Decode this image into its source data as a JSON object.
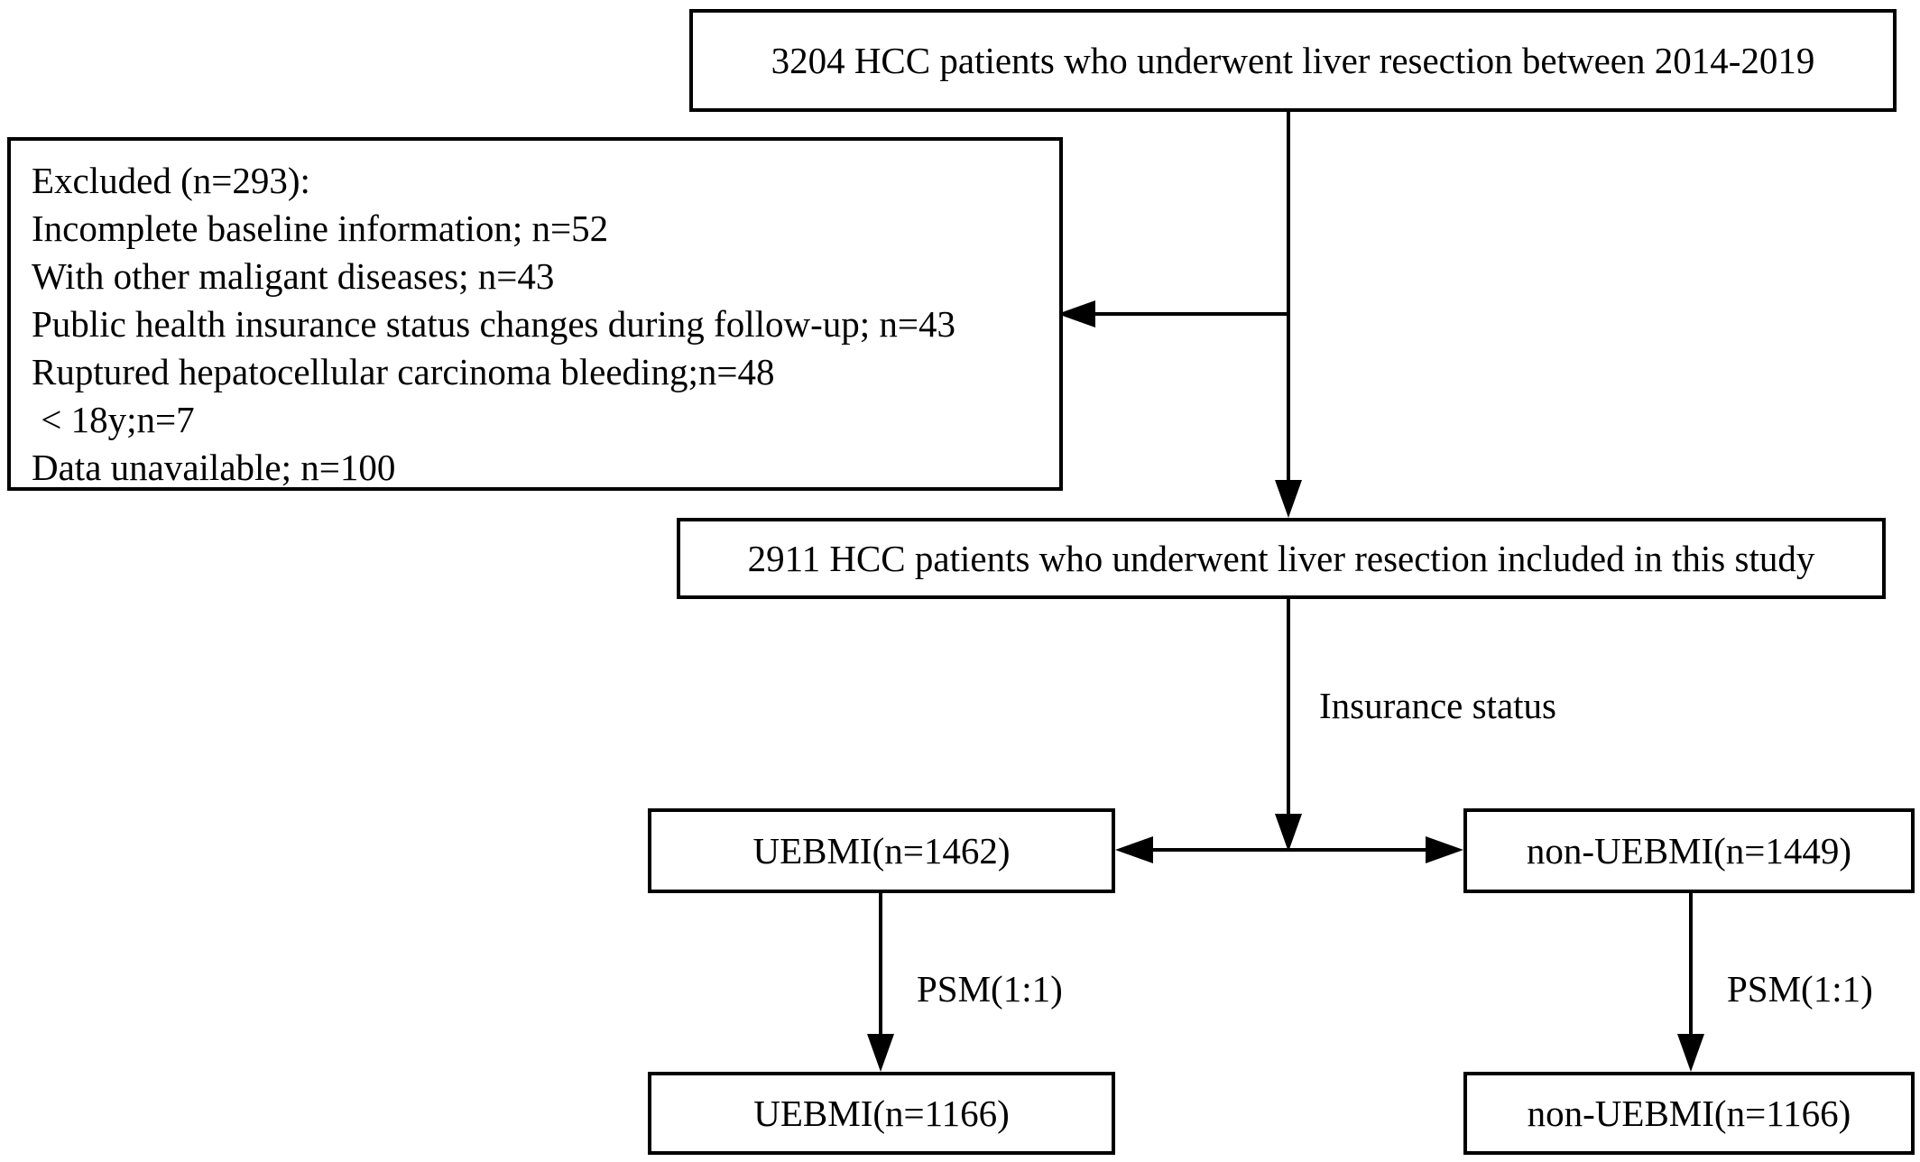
{
  "boxes": {
    "top": "3204 HCC patients who underwent liver resection between 2014-2019",
    "excluded": {
      "lines": [
        "Excluded (n=293):",
        "Incomplete baseline information; n=52",
        "With other maligant diseases; n=43",
        "Public health insurance status changes during follow-up; n=43",
        "Ruptured hepatocellular carcinoma bleeding;n=48",
        " < 18y;n=7",
        "Data unavailable; n=100"
      ]
    },
    "included": "2911 HCC patients who underwent liver resection included in this study",
    "uebmi_before": "UEBMI(n=1462)",
    "non_uebmi_before": "non-UEBMI(n=1449)",
    "uebmi_after": "UEBMI(n=1166)",
    "non_uebmi_after": "non-UEBMI(n=1166)"
  },
  "labels": {
    "insurance_status": "Insurance status",
    "psm_left": "PSM(1:1)",
    "psm_right": "PSM(1:1)"
  }
}
